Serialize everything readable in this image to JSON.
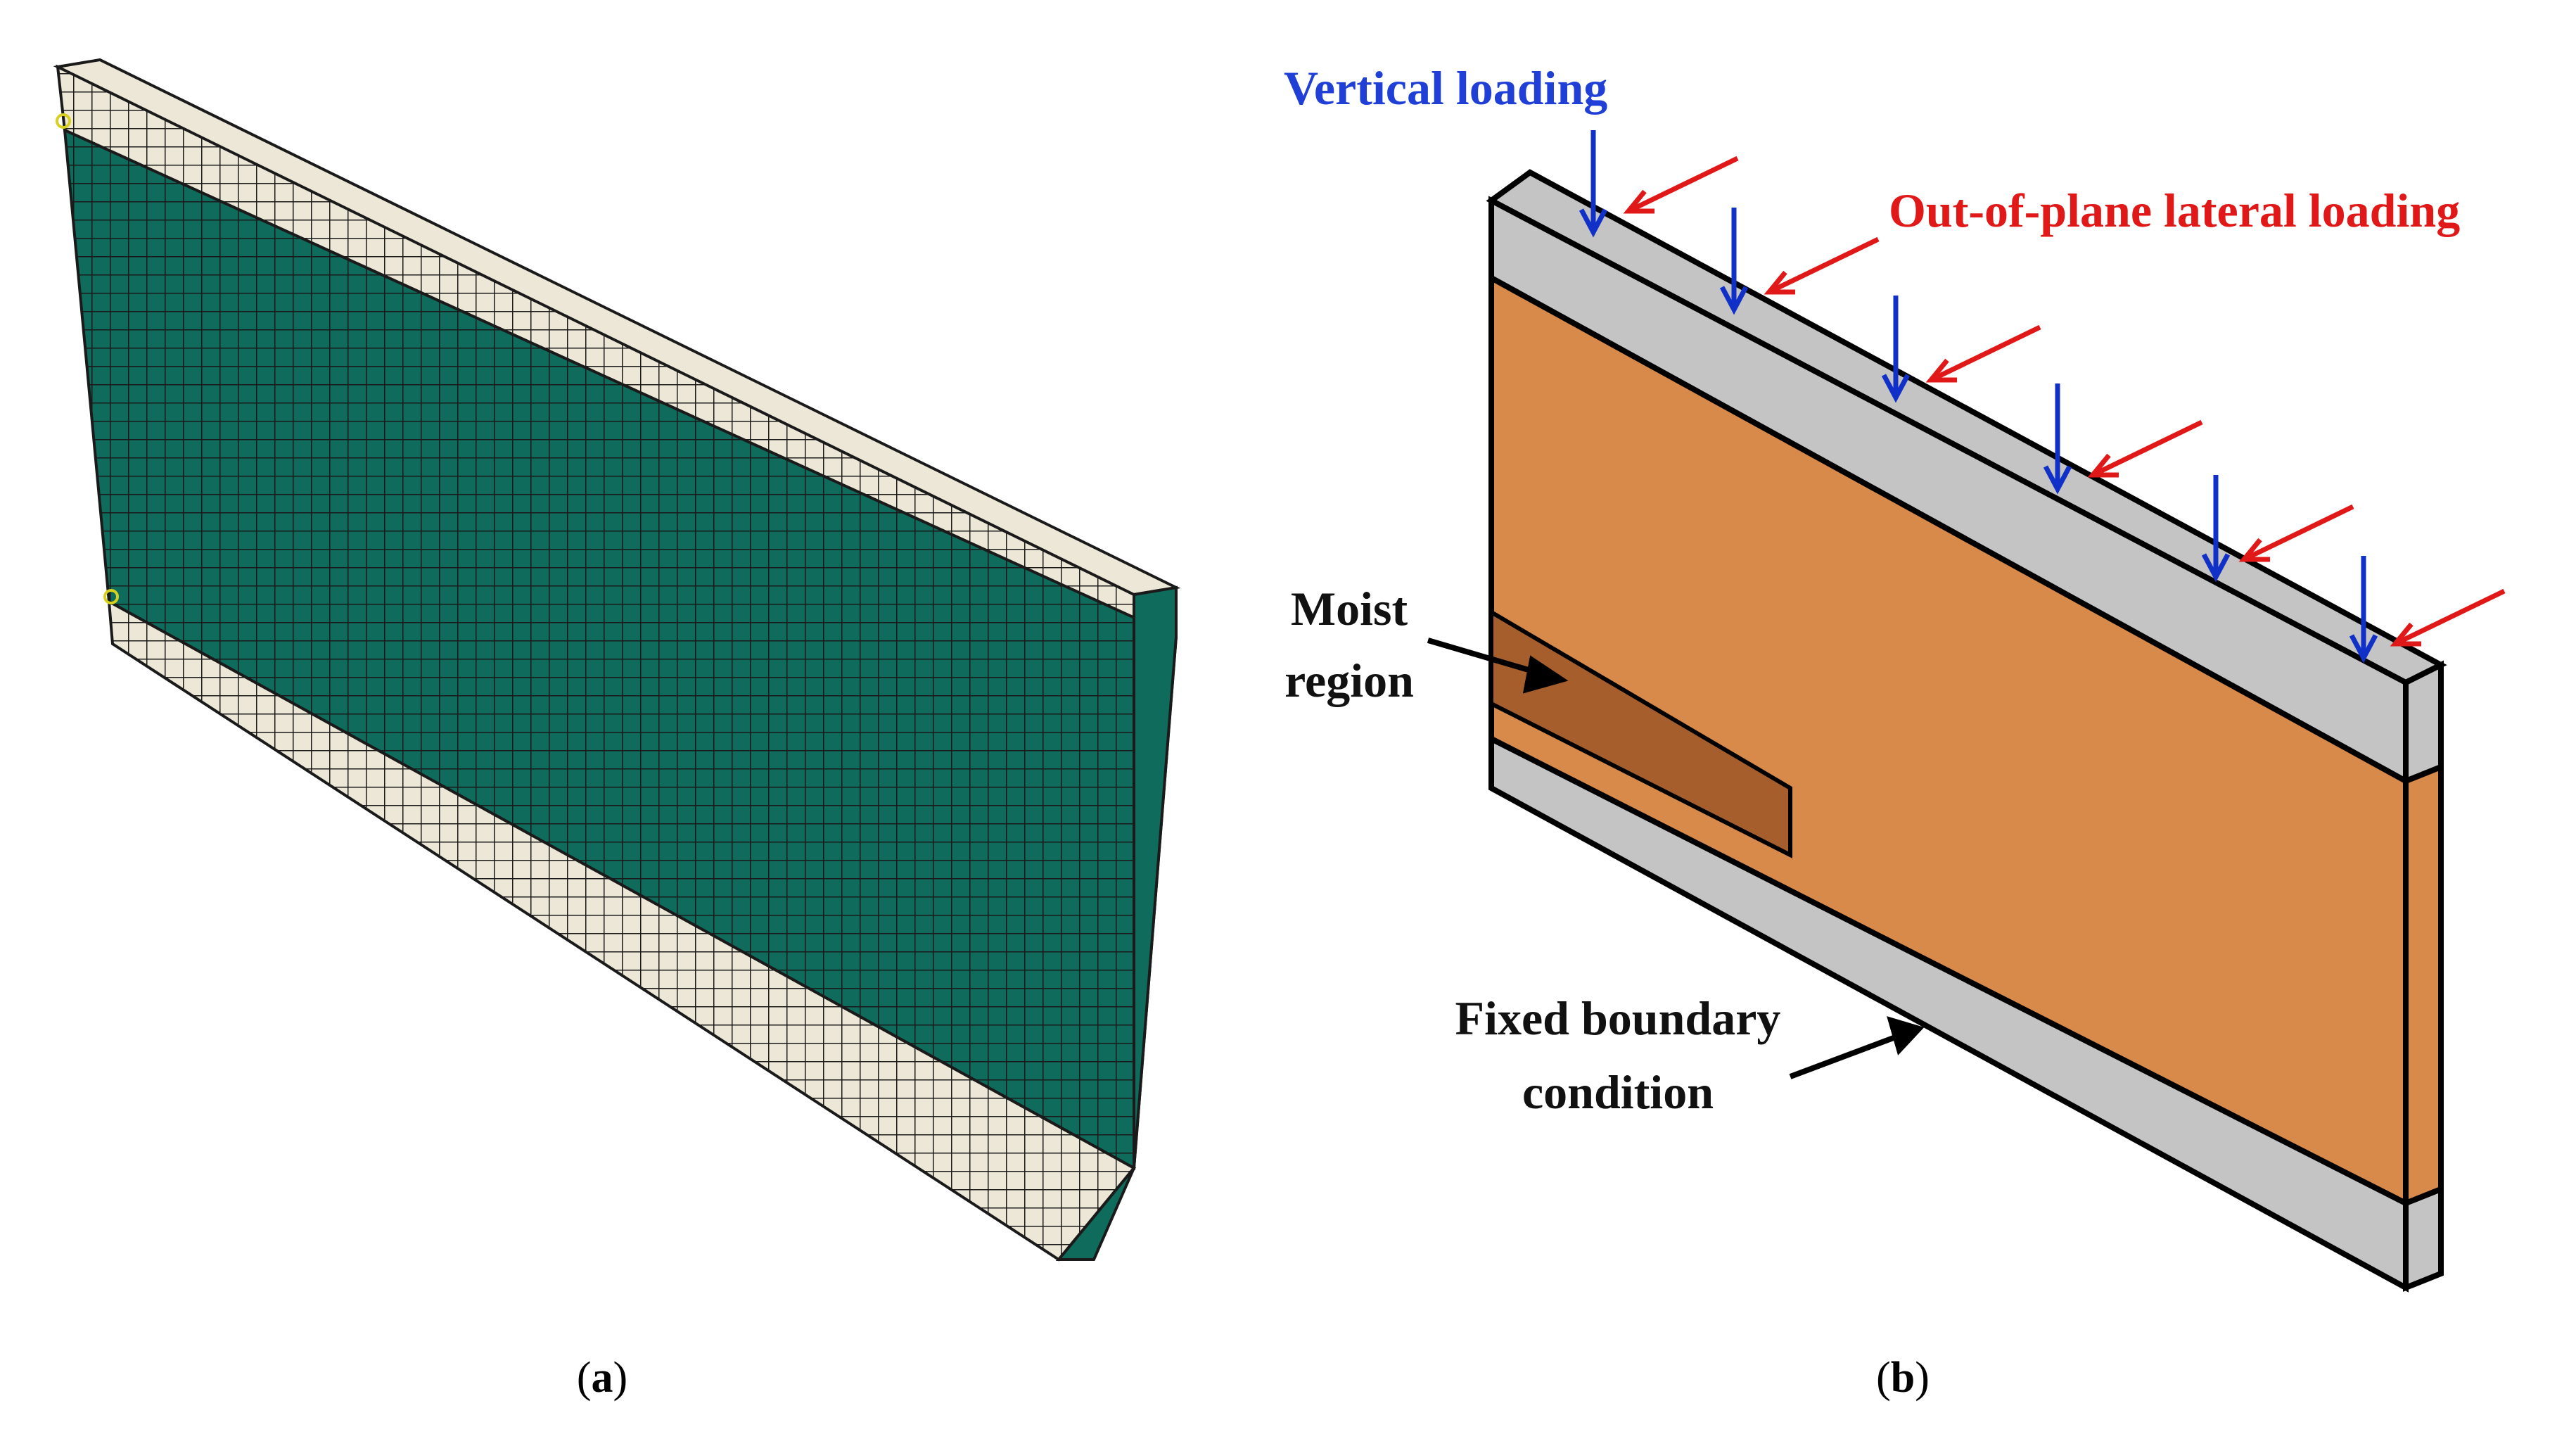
{
  "panel_a": {
    "caption_open": "(",
    "caption_letter": "a",
    "caption_close": ")"
  },
  "panel_b": {
    "caption_open": "(",
    "caption_letter": "b",
    "caption_close": ")",
    "vertical_loading": "Vertical loading",
    "lateral_loading": "Out-of-plane lateral loading",
    "moist_region_line1": "Moist",
    "moist_region_line2": "region",
    "fixed_boundary_line1": "Fixed boundary",
    "fixed_boundary_line2": "condition"
  },
  "colors": {
    "mesh_core": "#0f6b5c",
    "mesh_band": "#ece7d6",
    "mesh_line": "#1a1a1a",
    "wall_core": "#d88a4a",
    "wall_band": "#c4c4c4",
    "moist": "#a65f2c",
    "vertical_arrow": "#1030c8",
    "lateral_arrow": "#e01818",
    "vertical_text": "#1f3fd6",
    "lateral_text": "#e01818"
  }
}
